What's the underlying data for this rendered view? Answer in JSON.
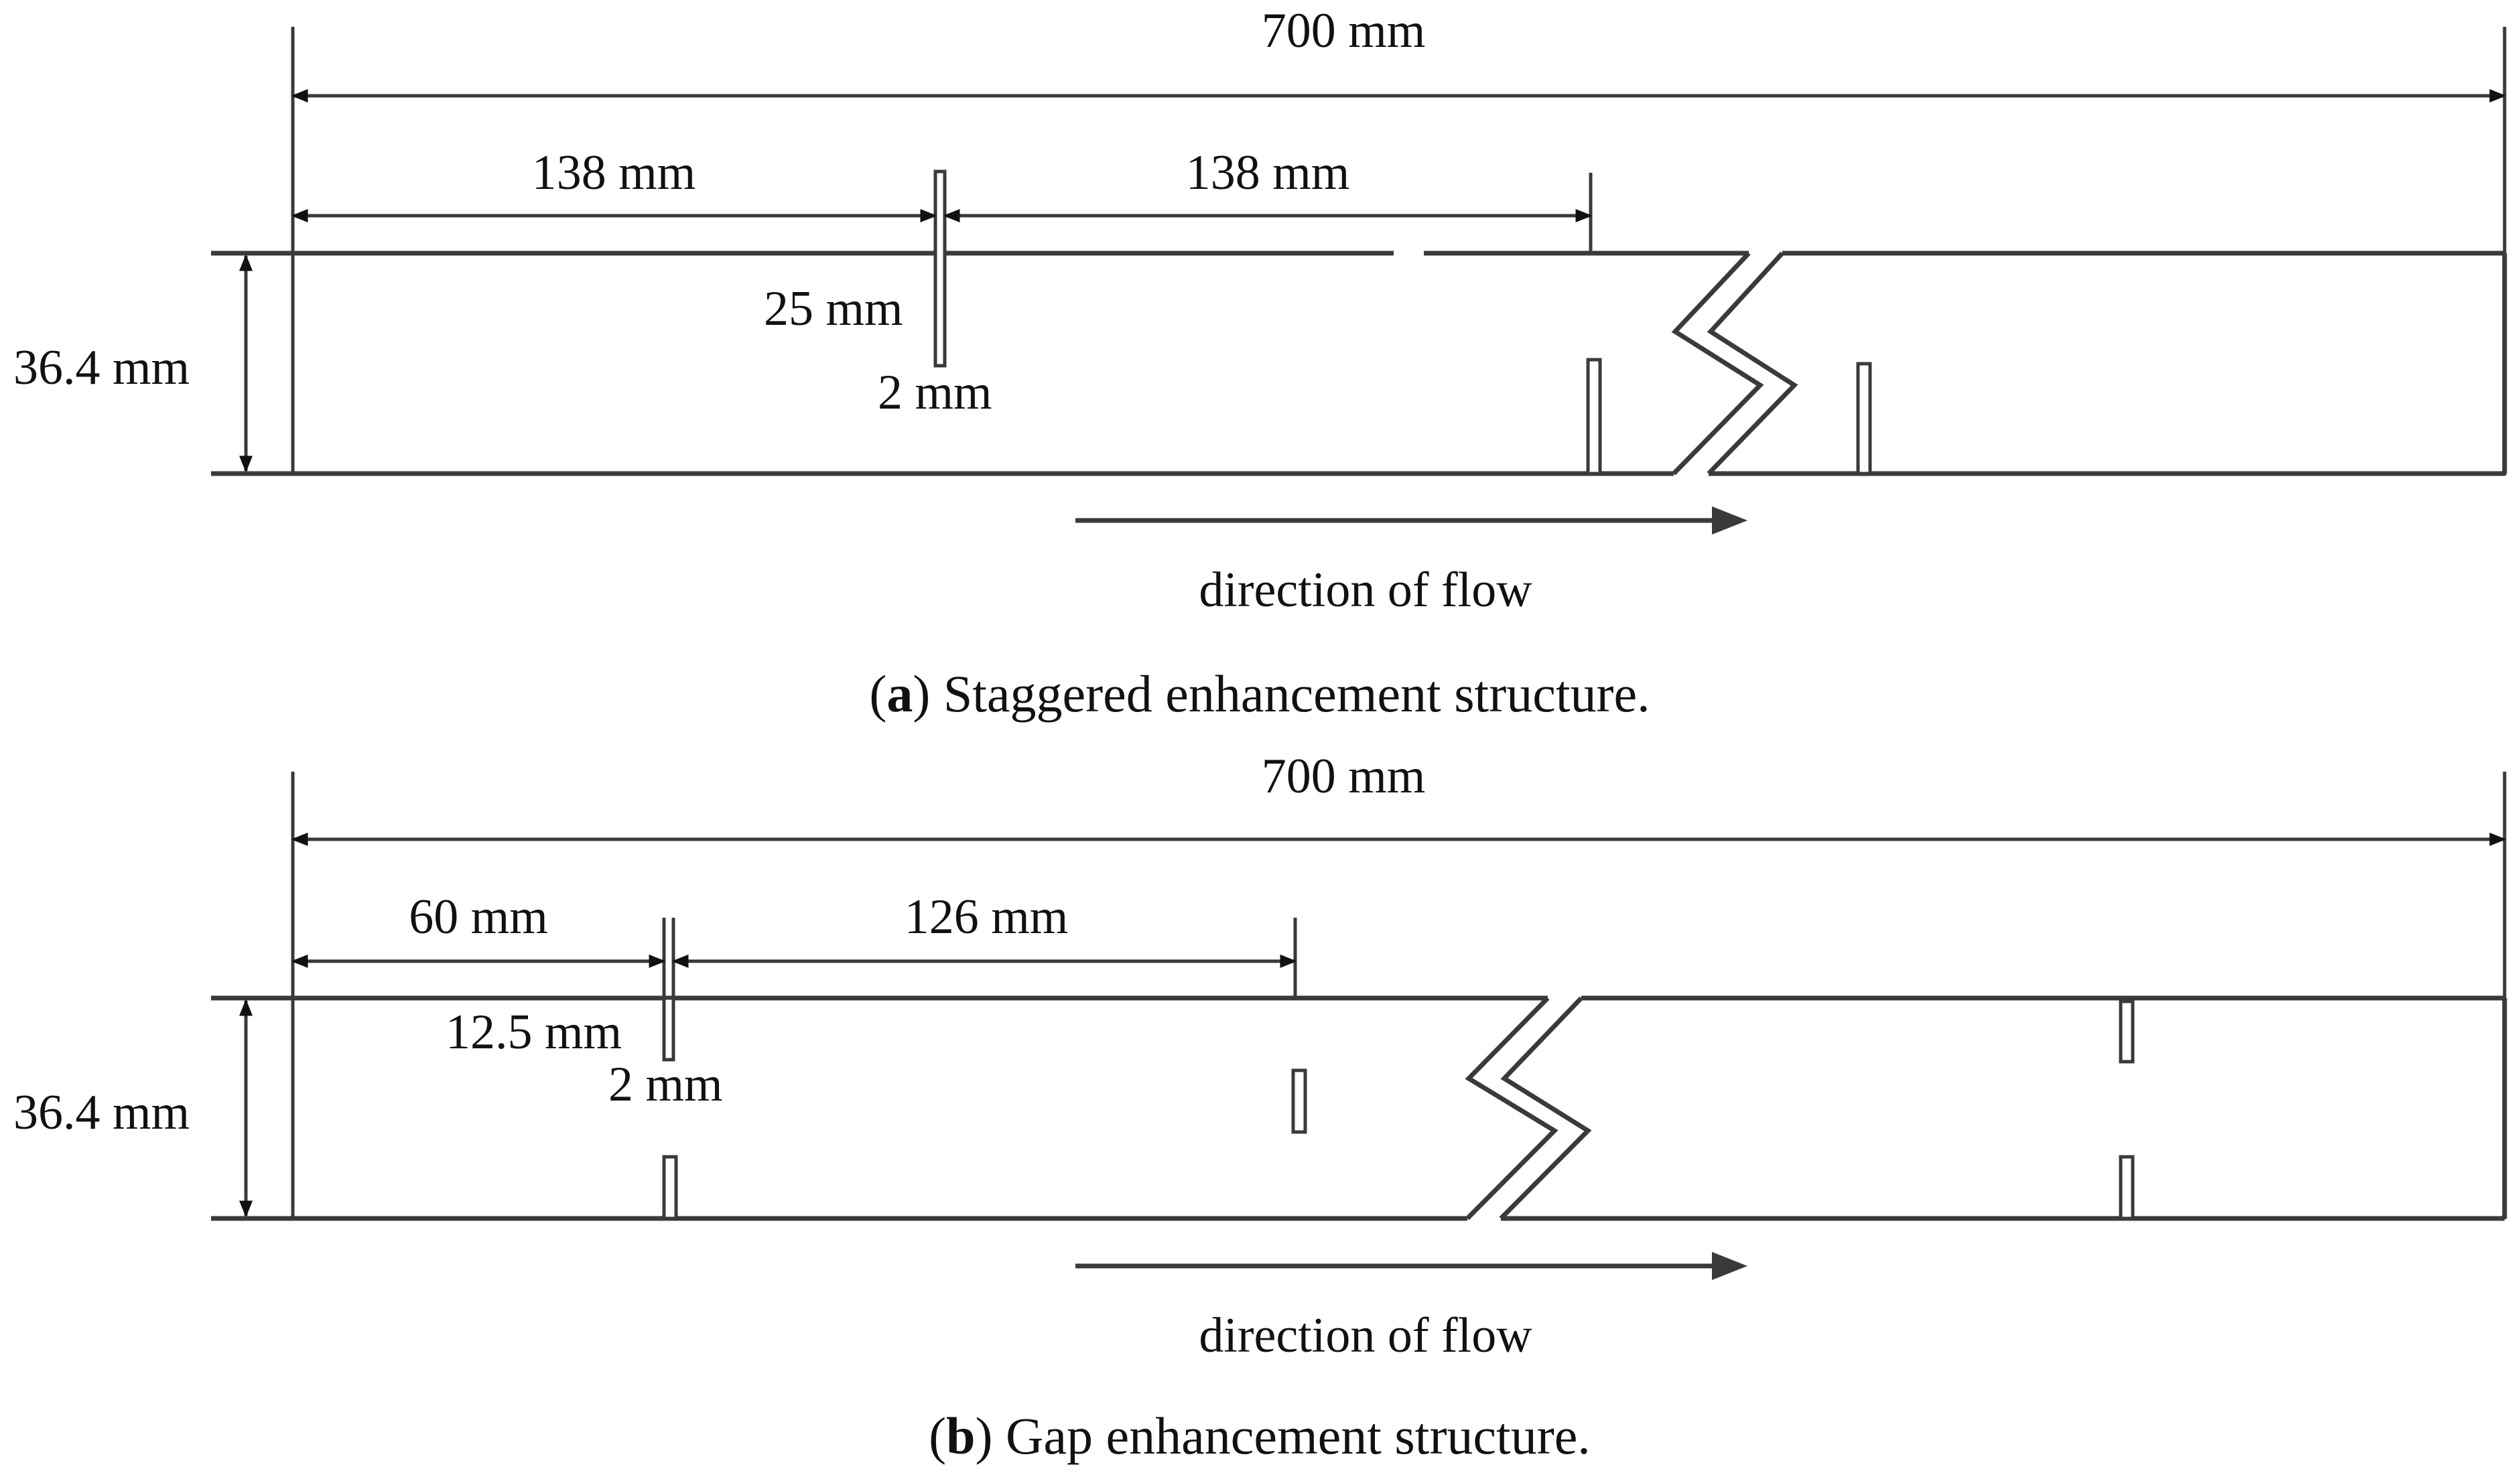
{
  "panels": {
    "a": {
      "total_length": "700 mm",
      "height": "36.4 mm",
      "dim_left": "138 mm",
      "dim_right": "138 mm",
      "rib_height": "25 mm",
      "rib_width": "2 mm",
      "flow_label": "direction of flow",
      "caption_letter": "a",
      "caption_text": " Staggered enhancement structure."
    },
    "b": {
      "total_length": "700 mm",
      "height": "36.4 mm",
      "dim_left": "60 mm",
      "dim_right": "126 mm",
      "rib_height": "12.5 mm",
      "rib_width": "2 mm",
      "flow_label": "direction of flow",
      "caption_letter": "b",
      "caption_text": " Gap enhancement structure."
    }
  }
}
